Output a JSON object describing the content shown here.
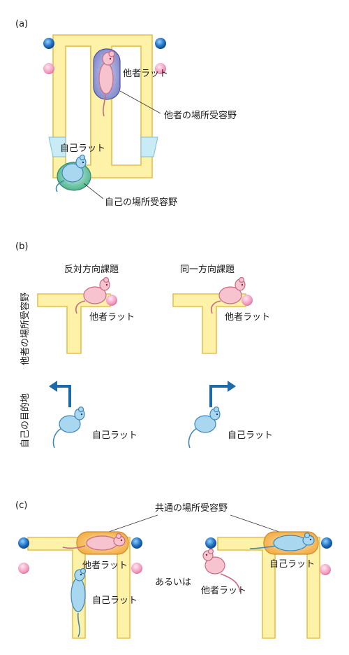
{
  "panels": {
    "a": "(a)",
    "b": "(b)",
    "c": "(c)"
  },
  "a": {
    "other_rat": "他者ラット",
    "other_field": "他者の場所受容野",
    "self_rat": "自己ラット",
    "self_field": "自己の場所受容野"
  },
  "b": {
    "task_opposite": "反対方向課題",
    "task_same": "同一方向課題",
    "row1_label": "他者の場所受容野",
    "row2_label": "自己の目的地",
    "other_rat_left": "他者ラット",
    "other_rat_right": "他者ラット",
    "self_rat_left": "自己ラット",
    "self_rat_right": "自己ラット"
  },
  "c": {
    "shared_field": "共通の場所受容野",
    "other_rat_left": "他者ラット",
    "self_rat_left": "自己ラット",
    "or": "あるいは",
    "self_rat_right": "自己ラット",
    "other_rat_right": "他者ラット"
  },
  "colors": {
    "track_fill": "#fdf2a8",
    "blue_cue": "#1f6fc0",
    "pink_cue": "#f29ac0",
    "other_field": "#7f86c8",
    "self_field": "#5fbf9c",
    "shared_field": "#f6b95a",
    "arrow": "#1e6aa8"
  }
}
